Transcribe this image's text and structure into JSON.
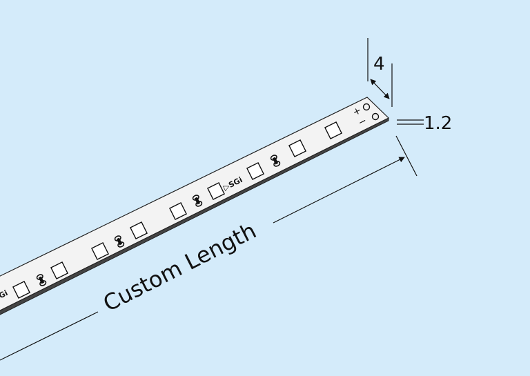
{
  "diagram": {
    "width_label": "4",
    "thickness_label": "1.2",
    "length_label": "Custom Length",
    "brand_marking": "SGi",
    "polarity_plus": "+",
    "polarity_minus": "−",
    "colors": {
      "background": "#d4ebfa",
      "strip_top": "#f3f3f3",
      "strip_edge": "#3a3a3a",
      "line": "#111111"
    }
  }
}
